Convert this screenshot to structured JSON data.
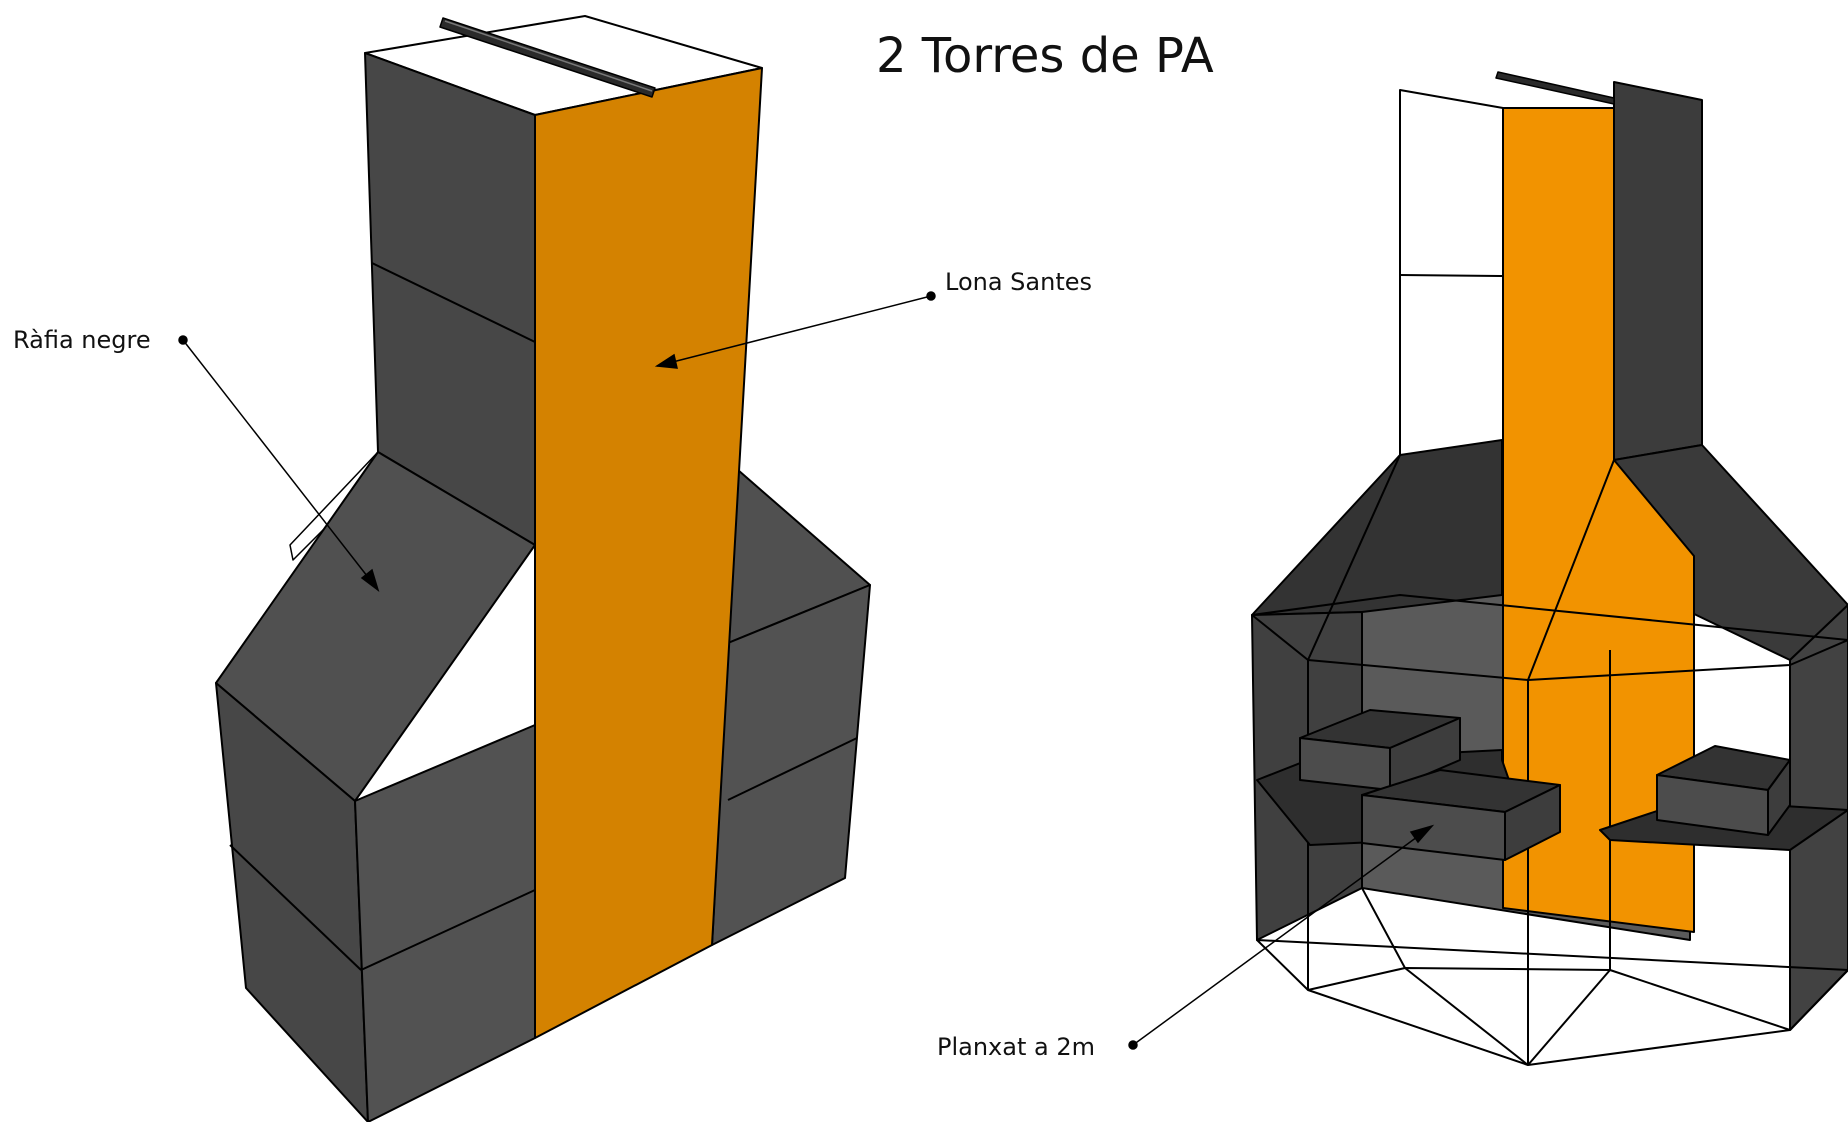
{
  "title": "2 Torres de PA",
  "labels": {
    "rafia": "Ràfia negre",
    "lona": "Lona Santes",
    "planxat": "Planxat a 2m"
  },
  "colors": {
    "dark_face": "#474747",
    "mid_face": "#525252",
    "darker_face": "#3a3a3a",
    "orange_left_tower": "#d48200",
    "orange_right_tower": "#f29300",
    "platform": "#2e2e2e",
    "box_top": "#333333",
    "box_front": "#4c4c4c"
  }
}
